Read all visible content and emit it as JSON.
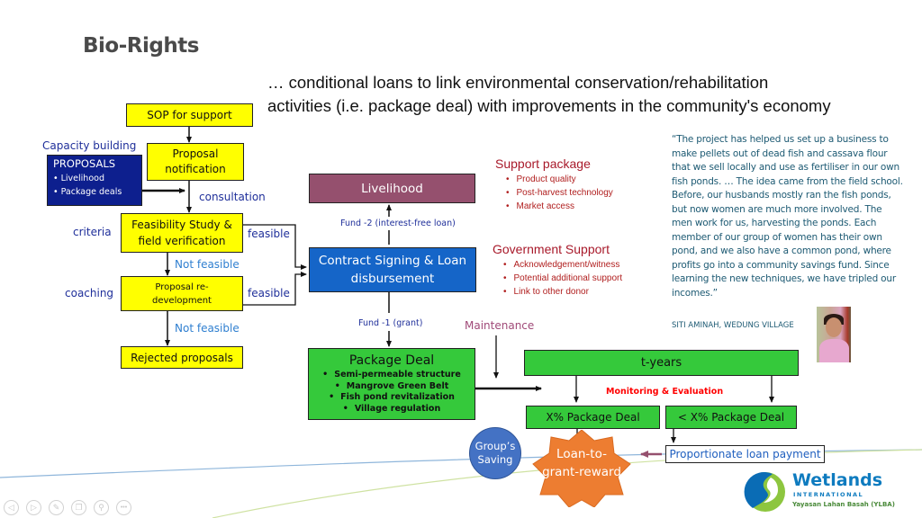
{
  "slide": {
    "title": "Bio-Rights",
    "subtitle_line1": "… conditional loans to link environmental conservation/rehabilitation",
    "subtitle_line2": "activities (i.e. package deal) with improvements in the community's economy"
  },
  "flow_left": {
    "sop": "SOP for support",
    "proposal_notification_1": "Proposal",
    "proposal_notification_2": "notification",
    "capacity_building": "Capacity building",
    "proposals": {
      "heading": "PROPOSALS",
      "items": [
        "Livelihood",
        "Package deals"
      ]
    },
    "consultation": "consultation",
    "feasibility_1": "Feasibility  Study &",
    "feasibility_2": "field verification",
    "criteria": "criteria",
    "feasible_1": "feasible",
    "not_feasible_1": "Not feasible",
    "redevelopment_1": "Proposal re-",
    "redevelopment_2": "development",
    "coaching": "coaching",
    "feasible_2": "feasible",
    "not_feasible_2": "Not feasible",
    "rejected": "Rejected proposals"
  },
  "flow_center": {
    "livelihood": "Livelihood",
    "fund2": "Fund -2 (interest-free loan)",
    "contract_1": "Contract Signing & Loan",
    "contract_2": "disbursement",
    "fund1": "Fund -1 (grant)",
    "maintenance": "Maintenance",
    "package_deal": {
      "title": "Package Deal",
      "items": [
        "Semi-permeable structure",
        "Mangrove Green Belt",
        "Fish pond revitalization",
        "Village regulation"
      ]
    }
  },
  "support_package": {
    "title": "Support package",
    "items": [
      "Product quality",
      "Post-harvest technology",
      "Market access"
    ]
  },
  "government_support": {
    "title": "Government Support",
    "items": [
      "Acknowledgement/witness",
      "Potential additional support",
      "Link to other donor"
    ]
  },
  "flow_right": {
    "t_years": "t-years",
    "monitoring": "Monitoring & Evaluation",
    "x_pct": "X% Package Deal",
    "lt_x_pct": "< X% Package Deal",
    "proportionate": "Proportionate loan payment",
    "groups_saving_1": "Group’s",
    "groups_saving_2": "Saving",
    "loan_to_grant_1": "Loan-to-",
    "loan_to_grant_2": "grant-reward"
  },
  "testimonial": {
    "quote": "“The project has helped us set up a business to make pellets out of dead fish and cassava flour that we sell locally and use as fertiliser in our own fish ponds. … The idea came from the field school. Before, our husbands mostly ran the fish ponds, but now women are much more involved. The men work for us, harvesting the ponds. Each member of our group of women has their own pond, and we also have a common pond, where profits go into a community savings fund. Since learning the new techniques, we have tripled our incomes.”",
    "author": "SITI AMINAH, WEDUNG VILLAGE"
  },
  "logo": {
    "name": "Wetlands",
    "sub": "INTERNATIONAL",
    "local": "Yayasan Lahan Basah (YLBA)"
  },
  "colors": {
    "yellow_box": "#ffff00",
    "navy_box": "#0d1f8e",
    "livelihood_box": "#95506e",
    "contract_box": "#1565c8",
    "green_box": "#35c93b",
    "orange_star": "#ed7d31",
    "saving_circle": "#4472c4",
    "maintenance_text": "#a04a78",
    "monitoring_text": "#ff0000"
  },
  "slideshow_controls": [
    "previous-icon",
    "next-icon",
    "pen-icon",
    "slides-icon",
    "zoom-icon",
    "more-icon"
  ]
}
